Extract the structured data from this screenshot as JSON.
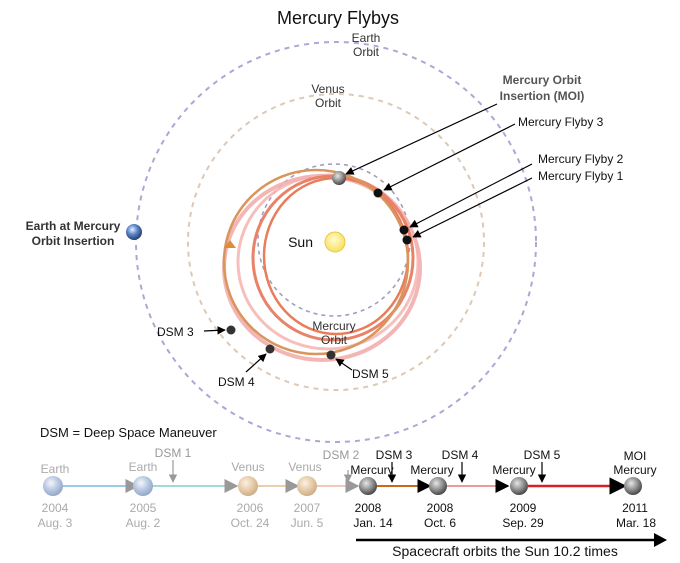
{
  "title": "Mercury Flybys",
  "orbits": {
    "earth": {
      "line1": "Earth",
      "line2": "Orbit",
      "color": "#a9a9d6"
    },
    "venus": {
      "line1": "Venus",
      "line2": "Orbit",
      "color": "#ddc9b4"
    },
    "mercury": {
      "line1": "Mercury",
      "line2": "Orbit",
      "color": "#9d9db8"
    }
  },
  "sun": {
    "label": "Sun",
    "color": "#ffea7a"
  },
  "earth_at_moi": {
    "line1": "Earth at Mercury",
    "line2": "Orbit Insertion"
  },
  "callouts": {
    "moi": {
      "line1": "Mercury Orbit",
      "line2": "Insertion (MOI)"
    },
    "flyby3": "Mercury Flyby 3",
    "flyby2": "Mercury Flyby 2",
    "flyby1": "Mercury Flyby 1",
    "dsm3": "DSM 3",
    "dsm4": "DSM 4",
    "dsm5": "DSM 5"
  },
  "dsm_legend": "DSM = Deep Space Maneuver",
  "timeline": {
    "events": [
      {
        "planet": "Earth",
        "year": "2004",
        "date": "Aug. 3",
        "faded": true,
        "icon": "earth-icon"
      },
      {
        "planet": "Earth",
        "year": "2005",
        "date": "Aug. 2",
        "faded": true,
        "icon": "earth-icon"
      },
      {
        "planet": "Venus",
        "year": "2006",
        "date": "Oct. 24",
        "faded": true,
        "icon": "venus-icon"
      },
      {
        "planet": "Venus",
        "year": "2007",
        "date": "Jun. 5",
        "faded": true,
        "icon": "venus-icon"
      },
      {
        "planet": "Mercury",
        "year": "2008",
        "date": "Jan. 14",
        "faded": false,
        "icon": "mercury-icon"
      },
      {
        "planet": "Mercury",
        "year": "2008",
        "date": "Oct. 6",
        "faded": false,
        "icon": "mercury-icon"
      },
      {
        "planet": "Mercury",
        "year": "2009",
        "date": "Sep. 29",
        "faded": false,
        "icon": "mercury-icon"
      },
      {
        "planet": "Mercury",
        "year": "2011",
        "date": "Mar. 18",
        "faded": false,
        "icon": "mercury-icon",
        "top": "MOI"
      }
    ],
    "maneuvers": [
      {
        "label": "DSM 1",
        "faded": true
      },
      {
        "label": "DSM 2",
        "faded": true
      },
      {
        "label": "DSM 3",
        "faded": false
      },
      {
        "label": "DSM 4",
        "faded": false
      },
      {
        "label": "DSM 5",
        "faded": false
      }
    ],
    "footer": "Spacecraft orbits the Sun 10.2 times"
  }
}
